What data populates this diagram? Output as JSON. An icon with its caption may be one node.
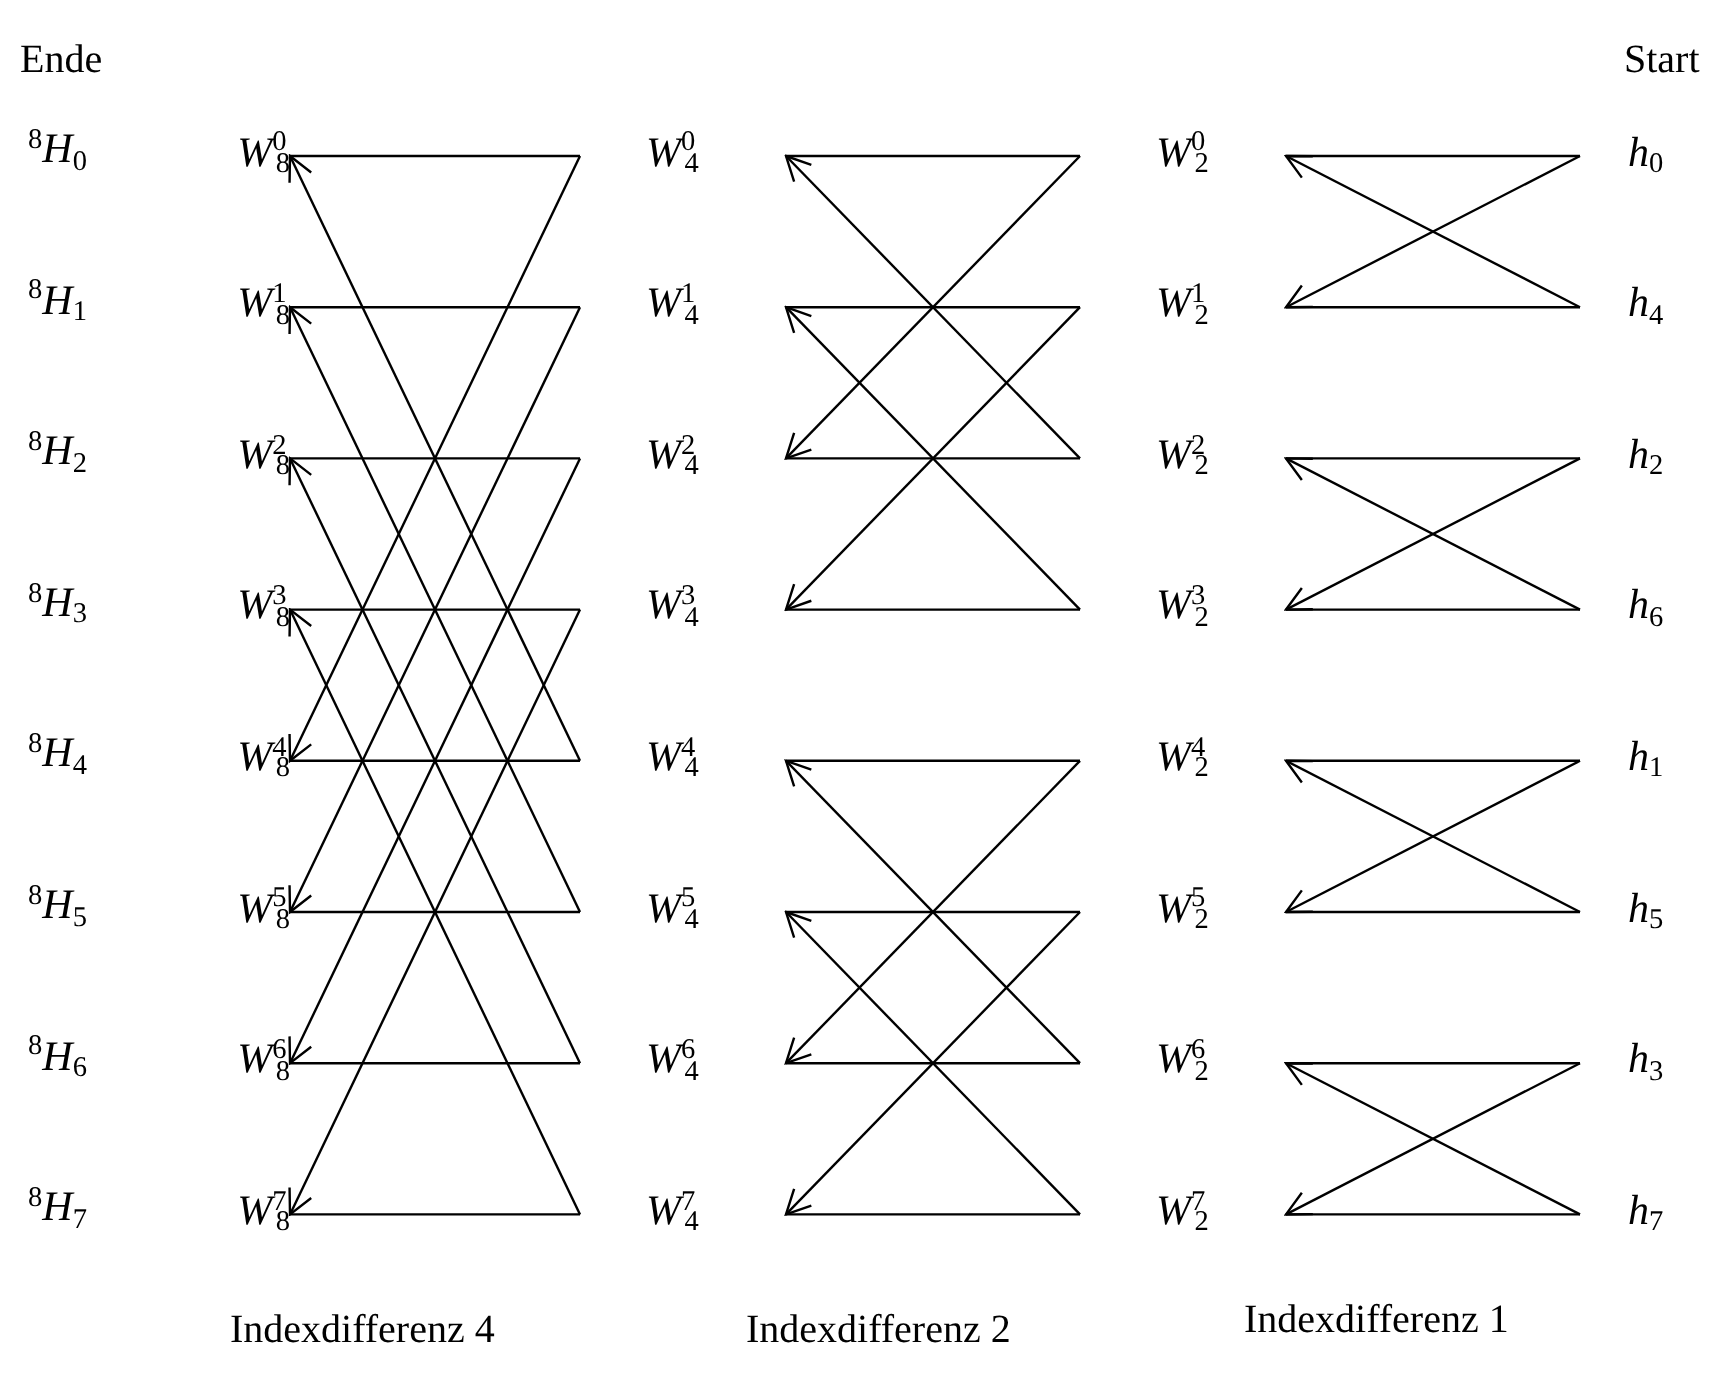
{
  "diagram": {
    "nodes": [
      {
        "text": [
          "*W*$^{0}$$_{8}$"
        ]
      },
      {
        "text": [
          "*W*$^{1}$$_{8}$"
        ]
      },
      {
        "text": [
          "*W*$^{2}$$_{8}$"
        ]
      },
      {
        "text": [
          "*W*$^{3}$$_{8}$"
        ]
      },
      {
        "text": [
          "*W*$^{4}$$_{8}$"
        ]
      },
      {
        "text": [
          "*W*$^{5}$$_{8}$"
        ]
      },
      {
        "text": [
          "*W*$^{6}$$_{8}$"
        ]
      },
      {
        "text": [
          "*W*$^{7}$$_{8}$"
        ]
      },
      {
        "text": [
          "*W*$^{0}$$_{4}$"
        ]
      },
      {
        "text": [
          "*W*$^{1}$$_{4}$"
        ]
      },
      {
        "text": [
          "*W*$^{2}$$_{4}$"
        ]
      },
      {
        "text": [
          "*W*$^{3}$$_{4}$"
        ]
      },
      {
        "text": [
          "*W*$^{4}$$_{4}$"
        ]
      },
      {
        "text": [
          "*W*$^{5}$$_{4}$"
        ]
      },
      {
        "text": [
          "*W*$^{6}$$_{4}$"
        ]
      },
      {
        "text": [
          "*W*$^{7}$$_{4}$"
        ]
      },
      {
        "text": [
          "*W*$^{0}$$_{2}$"
        ]
      },
      {
        "text": [
          "*W*$^{1}$$_{2}$"
        ]
      },
      {
        "text": [
          "*W*$^{2}$$_{2}$"
        ]
      },
      {
        "text": [
          "*W*$^{3}$$_{2}$"
        ]
      },
      {
        "text": [
          "*W*$^{4}$$_{2}$"
        ]
      },
      {
        "text": [
          "*W*$^{5}$$_{2}$"
        ]
      },
      {
        "text": [
          "*W*$^{6}$$_{2}$"
        ]
      },
      {
        "text": [
          "*W*$^{7}$$_{2}$"
        ]
      },
      {
        "text": [
          "*h*$_{0}$"
        ]
      },
      {
        "text": [
          "*h*$_{4}$"
        ]
      },
      {
        "text": [
          "*h*$_{2}$"
        ]
      },
      {
        "text": [
          "*h*$_{6}$"
        ]
      },
      {
        "text": [
          "*h*$_{1}$"
        ]
      },
      {
        "text": [
          "*h*$_{5}$"
        ]
      },
      {
        "text": [
          "*h*$_{3}$"
        ]
      },
      {
        "text": [
          "*h*$_{7}$"
        ]
      }
    ],
    "edges": [
      {
        "from": 24,
        "to": 16,
        "arrow": "none"
      },
      {
        "from": 25,
        "to": 16,
        "arrow": "to"
      },
      {
        "from": 25,
        "to": 17,
        "arrow": "none"
      },
      {
        "from": 24,
        "to": 17,
        "arrow": "to"
      },
      {
        "from": 26,
        "to": 18,
        "arrow": "none"
      },
      {
        "from": 27,
        "to": 18,
        "arrow": "to"
      },
      {
        "from": 27,
        "to": 19,
        "arrow": "none"
      },
      {
        "from": 26,
        "to": 19,
        "arrow": "to"
      },
      {
        "from": 28,
        "to": 20,
        "arrow": "none"
      },
      {
        "from": 29,
        "to": 20,
        "arrow": "to"
      },
      {
        "from": 29,
        "to": 21,
        "arrow": "none"
      },
      {
        "from": 28,
        "to": 21,
        "arrow": "to"
      },
      {
        "from": 30,
        "to": 22,
        "arrow": "none"
      },
      {
        "from": 31,
        "to": 22,
        "arrow": "to"
      },
      {
        "from": 31,
        "to": 23,
        "arrow": "none"
      },
      {
        "from": 30,
        "to": 23,
        "arrow": "to"
      },
      {
        "from": 16,
        "to": 8,
        "arrow": "none"
      },
      {
        "from": 18,
        "to": 8,
        "arrow": "to"
      },
      {
        "from": 17,
        "to": 9,
        "arrow": "none"
      },
      {
        "from": 19,
        "to": 9,
        "arrow": "to"
      },
      {
        "from": 18,
        "to": 10,
        "arrow": "none"
      },
      {
        "from": 16,
        "to": 10,
        "arrow": "to"
      },
      {
        "from": 19,
        "to": 11,
        "arrow": "none"
      },
      {
        "from": 17,
        "to": 11,
        "arrow": "to"
      },
      {
        "from": 20,
        "to": 12,
        "arrow": "none"
      },
      {
        "from": 22,
        "to": 12,
        "arrow": "to"
      },
      {
        "from": 21,
        "to": 13,
        "arrow": "none"
      },
      {
        "from": 23,
        "to": 13,
        "arrow": "to"
      },
      {
        "from": 22,
        "to": 14,
        "arrow": "none"
      },
      {
        "from": 20,
        "to": 14,
        "arrow": "to"
      },
      {
        "from": 23,
        "to": 15,
        "arrow": "none"
      },
      {
        "from": 21,
        "to": 15,
        "arrow": "to"
      },
      {
        "from": 8,
        "to": 0,
        "arrow": "none"
      },
      {
        "from": 12,
        "to": 0,
        "arrow": "to"
      },
      {
        "from": 9,
        "to": 1,
        "arrow": "none"
      },
      {
        "from": 13,
        "to": 1,
        "arrow": "to"
      },
      {
        "from": 10,
        "to": 2,
        "arrow": "none"
      },
      {
        "from": 14,
        "to": 2,
        "arrow": "to"
      },
      {
        "from": 11,
        "to": 3,
        "arrow": "none"
      },
      {
        "from": 15,
        "to": 3,
        "arrow": "to"
      },
      {
        "from": 12,
        "to": 4,
        "arrow": "none"
      },
      {
        "from": 8,
        "to": 4,
        "arrow": "to"
      },
      {
        "from": 13,
        "to": 5,
        "arrow": "none"
      },
      {
        "from": 9,
        "to": 5,
        "arrow": "to"
      },
      {
        "from": 14,
        "to": 6,
        "arrow": "none"
      },
      {
        "from": 10,
        "to": 6,
        "arrow": "to"
      },
      {
        "from": 15,
        "to": 7,
        "arrow": "none"
      },
      {
        "from": 11,
        "to": 7,
        "arrow": "to"
      }
    ],
    "labels": [
      "Ende",
      "Start",
      "$^{8}$*H*$_{0}$",
      "$^{8}$*H*$_{1}$",
      "$^{8}$*H*$_{2}$",
      "$^{8}$*H*$_{3}$",
      "$^{8}$*H*$_{4}$",
      "$^{8}$*H*$_{5}$",
      "$^{8}$*H*$_{6}$",
      "$^{8}$*H*$_{7}$",
      "Indexdifferenz 4",
      "Indexdifferenz 2",
      "Indexdifferenz 1"
    ]
  }
}
